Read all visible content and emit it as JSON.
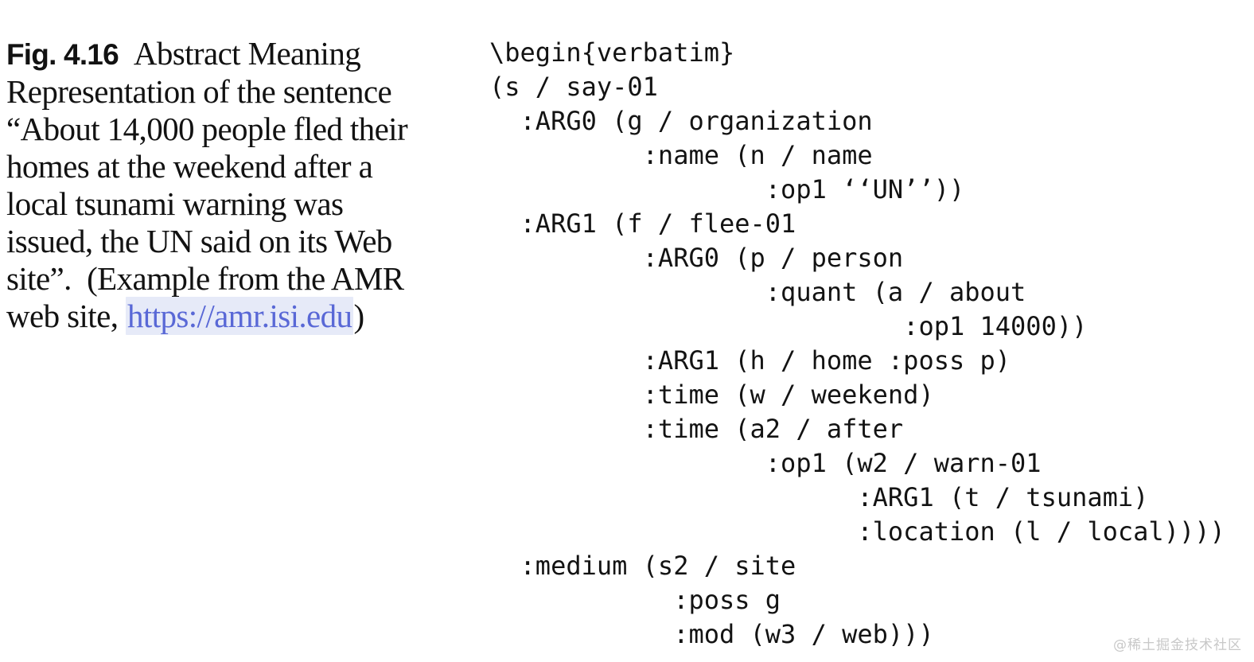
{
  "caption": {
    "fig_label": "Fig. 4.16",
    "lines": [
      "Abstract Meaning",
      "Representation of the sentence",
      "“About 14,000 people fled their",
      "homes at the weekend after a",
      "local tsunami warning was",
      "issued, the UN said on its Web",
      "site”.  (Example from the AMR",
      "web site, "
    ],
    "link_text": "https://amr.isi.edu",
    "after_link": ")"
  },
  "code": {
    "text": "\\begin{verbatim}\n(s / say-01\n  :ARG0 (g / organization\n          :name (n / name\n                  :op1 ‘‘UN’’))\n  :ARG1 (f / flee-01\n          :ARG0 (p / person\n                  :quant (a / about\n                           :op1 14000))\n          :ARG1 (h / home :poss p)\n          :time (w / weekend)\n          :time (a2 / after\n                  :op1 (w2 / warn-01\n                        :ARG1 (t / tsunami)\n                        :location (l / local))))\n  :medium (s2 / site\n            :poss g\n            :mod (w3 / web)))"
  },
  "watermark": "@稀土掘金技术社区",
  "colors": {
    "text": "#121212",
    "link": "#5968d6",
    "link_highlight": "#e6eaf8",
    "watermark": "#c8c8c8",
    "background": "#ffffff"
  }
}
